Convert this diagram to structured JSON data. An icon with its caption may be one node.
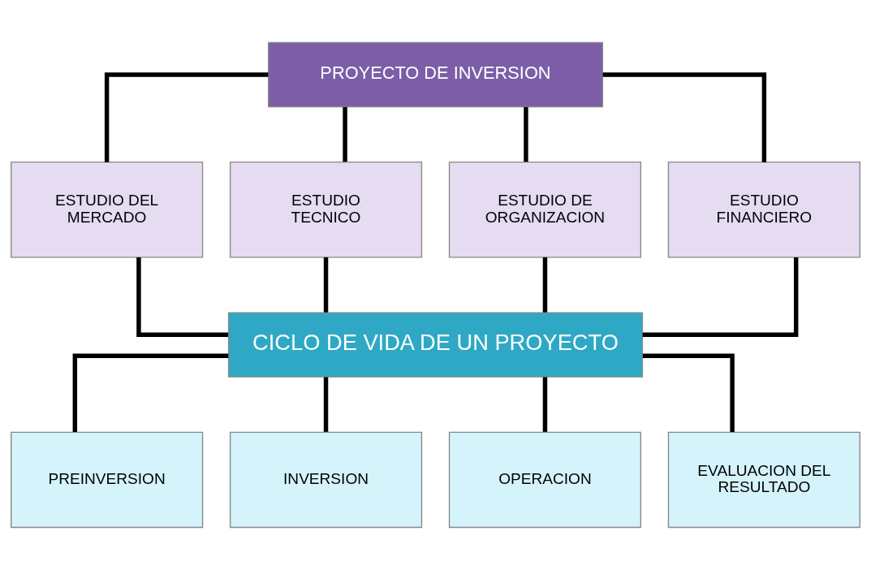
{
  "diagram": {
    "nodes": [
      {
        "text": [
          "PROYECTO DE INVERSION"
        ]
      },
      {
        "text": [
          "ESTUDIO DEL MERCADO"
        ]
      },
      {
        "text": [
          "ESTUDIO TECNICO"
        ]
      },
      {
        "text": [
          "ESTUDIO DE ORGANIZACION"
        ]
      },
      {
        "text": [
          "ESTUDIO FINANCIERO"
        ]
      },
      {
        "text": [
          "CICLO DE VIDA DE UN PROYECTO"
        ]
      },
      {
        "text": [
          "PREINVERSION"
        ]
      },
      {
        "text": [
          "INVERSION"
        ]
      },
      {
        "text": [
          "OPERACION"
        ]
      },
      {
        "text": [
          "EVALUACION DEL RESULTADO"
        ]
      }
    ],
    "edges": [
      {
        "from": 0,
        "to": 1,
        "arrow": "none"
      },
      {
        "from": 0,
        "to": 2,
        "arrow": "none"
      },
      {
        "from": 0,
        "to": 3,
        "arrow": "none"
      },
      {
        "from": 0,
        "to": 4,
        "arrow": "none"
      },
      {
        "from": 1,
        "to": 5,
        "arrow": "none"
      },
      {
        "from": 2,
        "to": 5,
        "arrow": "none"
      },
      {
        "from": 3,
        "to": 5,
        "arrow": "none"
      },
      {
        "from": 4,
        "to": 5,
        "arrow": "none"
      },
      {
        "from": 5,
        "to": 6,
        "arrow": "none"
      },
      {
        "from": 5,
        "to": 7,
        "arrow": "none"
      },
      {
        "from": 5,
        "to": 8,
        "arrow": "none"
      },
      {
        "from": 5,
        "to": 9,
        "arrow": "none"
      }
    ]
  }
}
